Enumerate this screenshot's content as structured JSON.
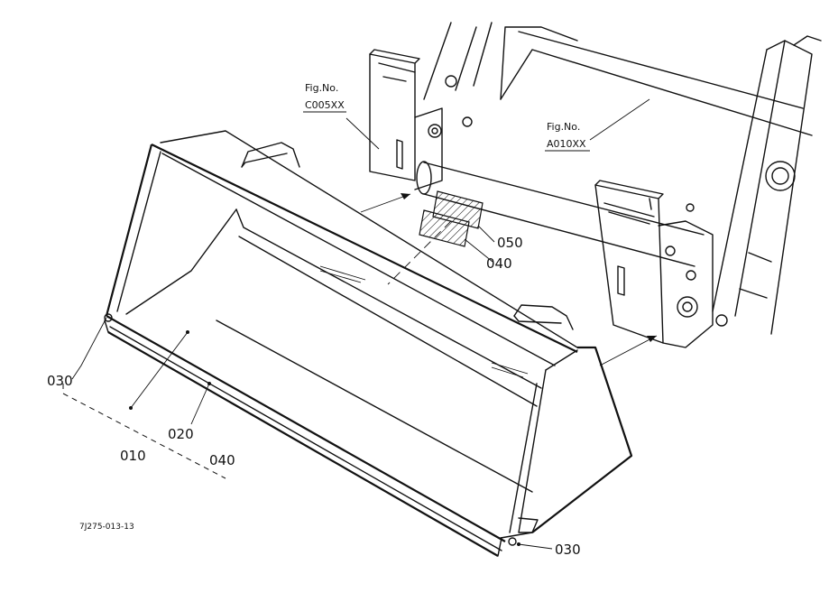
{
  "figure_refs": [
    {
      "line1": "Fig.No.",
      "line2": "C005XX"
    },
    {
      "line1": "Fig.No.",
      "line2": "A010XX"
    }
  ],
  "callouts": {
    "c030_left": "030",
    "c020": "020",
    "c010": "010",
    "c040_bottom": "040",
    "c050": "050",
    "c040_right": "040",
    "c030_right": "030"
  },
  "drawing_code": "7J275-013-13"
}
